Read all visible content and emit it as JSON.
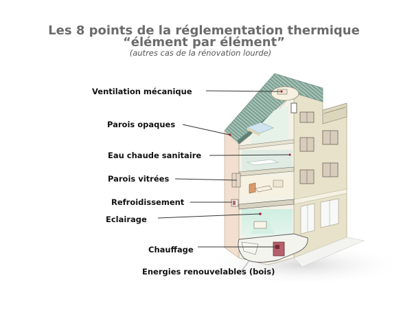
{
  "title": {
    "line1": "Les 8 points de la réglementation thermique",
    "line2": "“élément par élément”",
    "subtitle": "(autres cas de la rénovation lourde)"
  },
  "labels": [
    {
      "id": "ventilation",
      "text": "Ventilation mécanique"
    },
    {
      "id": "parois-opaques",
      "text": "Parois opaques"
    },
    {
      "id": "eau-chaude",
      "text": "Eau chaude sanitaire"
    },
    {
      "id": "parois-vitrees",
      "text": "Parois vitrées"
    },
    {
      "id": "refroidissement",
      "text": "Refroidissement"
    },
    {
      "id": "eclairage",
      "text": "Eclairage"
    },
    {
      "id": "chauffage",
      "text": "Chauffage"
    },
    {
      "id": "energies-renouvelables",
      "text": "Energies renouvelables (bois)"
    }
  ],
  "colors": {
    "title": "#6b6b6b",
    "label": "#111111",
    "leader_line": "#333333",
    "facade": "#e9e4cc",
    "roof": "#8fb0a4",
    "interior": "#f4f1e6",
    "boiler": "#b5606a"
  }
}
